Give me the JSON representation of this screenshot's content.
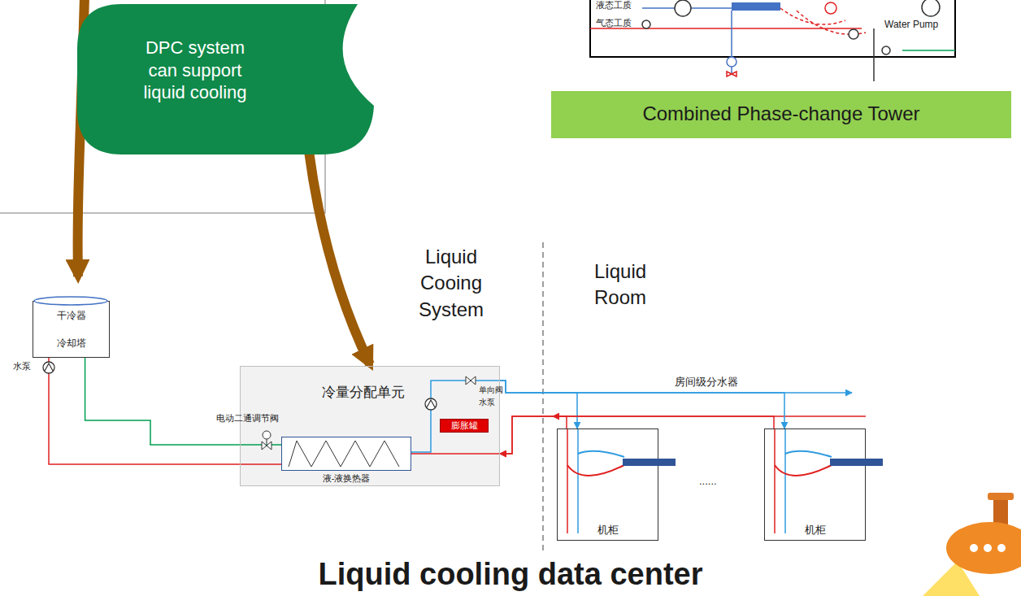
{
  "diagram": {
    "title": "Liquid cooling data center",
    "nodes": [
      {
        "text": [
          "DPC system can support liquid cooling"
        ]
      },
      {
        "text": [
          "Combined Phase-change Tower"
        ]
      },
      {
        "text": [
          "干冷器",
          "冷却塔"
        ]
      },
      {
        "text": [
          "冷量分配单元"
        ]
      },
      {
        "text": [
          "液-液换热器"
        ],
        "in": 3
      },
      {
        "text": [
          "膨胀罐"
        ],
        "in": 3
      },
      {
        "text": [
          "机柜"
        ]
      },
      {
        "text": [
          "机柜"
        ]
      }
    ],
    "edges": [
      {
        "from": 0,
        "to": 3,
        "arrow": "to"
      },
      {
        "from": 2,
        "to": 4,
        "arrow": "none"
      },
      {
        "from": 4,
        "to": 2,
        "arrow": "none"
      },
      {
        "from": 3,
        "to": 6,
        "arrow": "to"
      },
      {
        "from": 3,
        "to": 7,
        "arrow": "to"
      },
      {
        "from": 6,
        "to": 3,
        "arrow": "to"
      },
      {
        "from": 7,
        "to": 3,
        "arrow": "to"
      }
    ],
    "labels": [
      "液态工质",
      "气态工质",
      "Water Pump",
      "Liquid Cooing System",
      "Liquid Room",
      "水泵",
      "电动二通调节阀",
      "单向阀",
      "水泵",
      "房间级分水器",
      "......"
    ]
  }
}
